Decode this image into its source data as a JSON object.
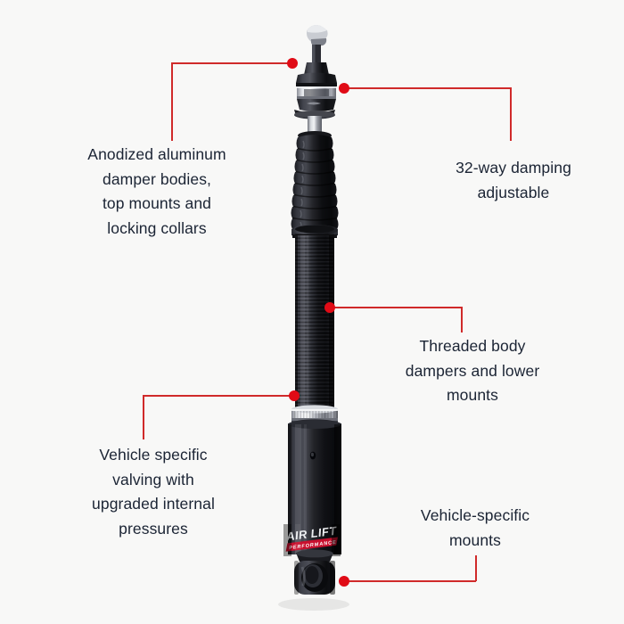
{
  "page": {
    "background_color": "#f8f8f7",
    "text_color": "#1b2434",
    "accent_color": "#e00b16",
    "leader_color": "#d02a2a"
  },
  "product": {
    "name": "AIR LIFT PERFORMANCE shock absorber",
    "brand_text": "AIR LIFT",
    "brand_subtext": "PERFORMANCE"
  },
  "callouts": [
    {
      "id": "anodized-aluminum",
      "text": "Anodized aluminum\ndamper bodies,\ntop mounts and\nlocking collars",
      "side": "left"
    },
    {
      "id": "damping-adjustable",
      "text": "32-way damping\nadjustable",
      "side": "right"
    },
    {
      "id": "threaded-body",
      "text": "Threaded body\ndampers and lower\nmounts",
      "side": "right"
    },
    {
      "id": "vehicle-specific-valving",
      "text": "Vehicle specific\nvalving with\nupgraded internal\npressures",
      "side": "left"
    },
    {
      "id": "vehicle-specific-mounts",
      "text": "Vehicle-specific\nmounts",
      "side": "right"
    }
  ]
}
